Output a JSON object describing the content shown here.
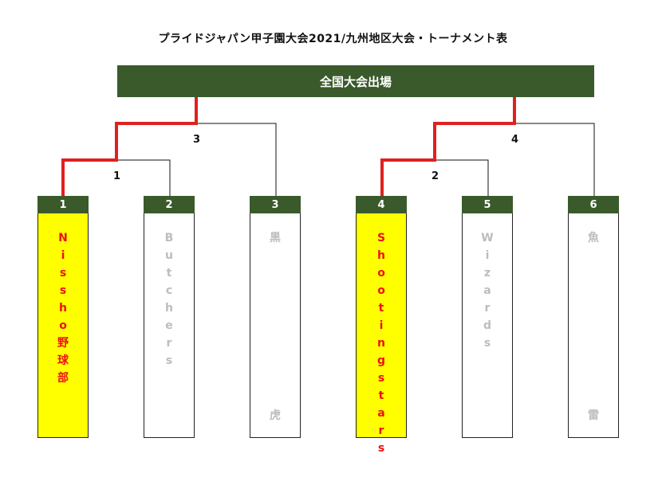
{
  "title": "プライドジャパン甲子園大会2021/九州地区大会・トーナメント表",
  "banner": "全国大会出場",
  "matches": [
    {
      "label": "3"
    },
    {
      "label": "4"
    },
    {
      "label": "1"
    },
    {
      "label": "2"
    }
  ],
  "colors": {
    "header_green": "#3a5a2b",
    "winner_bg": "#ffff00",
    "winner_text": "#ee1111",
    "loser_text": "#bdbdbd",
    "bracket_win": "#e02020"
  },
  "teams": [
    {
      "num": "1",
      "winner": true,
      "top": [
        "N",
        "i",
        "s",
        "s",
        "h",
        "o",
        "野",
        "球",
        "部"
      ],
      "bottom": []
    },
    {
      "num": "2",
      "winner": false,
      "top": [
        "B",
        "u",
        "t",
        "c",
        "h",
        "e",
        "r",
        "s"
      ],
      "bottom": []
    },
    {
      "num": "3",
      "winner": false,
      "top": [
        "黒"
      ],
      "bottom": [
        "虎"
      ]
    },
    {
      "num": "4",
      "winner": true,
      "top": [
        "S",
        "h",
        "o",
        "o",
        "t",
        "i",
        "n",
        "g",
        "s",
        "t",
        "a",
        "r",
        "s"
      ],
      "bottom": []
    },
    {
      "num": "5",
      "winner": false,
      "top": [
        "W",
        "i",
        "z",
        "a",
        "r",
        "d",
        "s"
      ],
      "bottom": []
    },
    {
      "num": "6",
      "winner": false,
      "top": [
        "魚"
      ],
      "bottom": [
        "雷"
      ]
    }
  ]
}
